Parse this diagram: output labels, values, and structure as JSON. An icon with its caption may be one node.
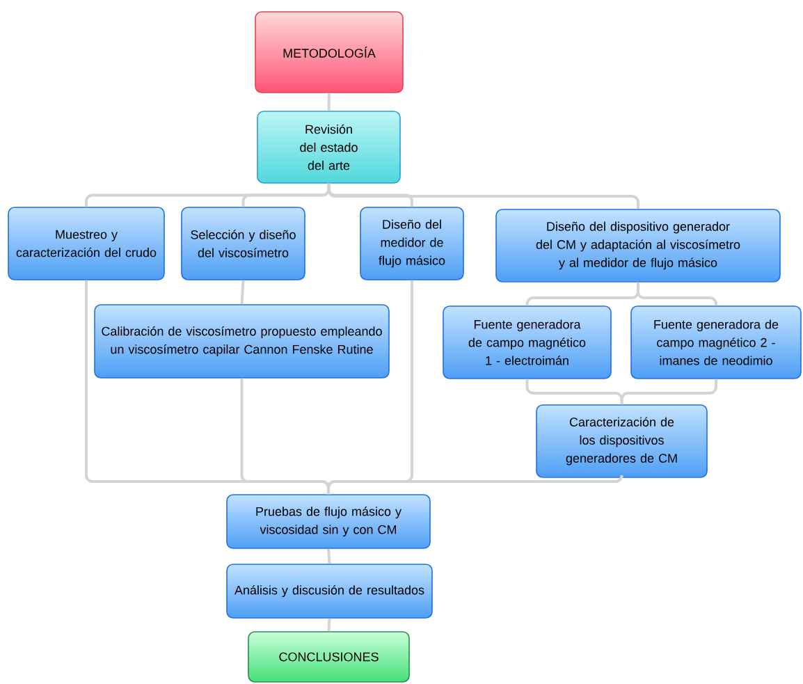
{
  "diagram": {
    "nodes": [
      {
        "text": [
          "METODOLOGÍA"
        ]
      },
      {
        "text": [
          "Revisión del estado del arte"
        ]
      },
      {
        "text": [
          "Muestreo y caracterización del crudo"
        ]
      },
      {
        "text": [
          "Selección y diseño del viscosímetro"
        ]
      },
      {
        "text": [
          "Diseño del medidor de flujo másico"
        ]
      },
      {
        "text": [
          "Diseño del dispositivo generador del CM y adaptación al viscosímetro y al medidor de flujo másico"
        ]
      },
      {
        "text": [
          "Calibración de viscosímetro propuesto empleando un viscosímetro capilar Cannon Fenske Rutine"
        ]
      },
      {
        "text": [
          "Fuente generadora de campo magnético 1 - electroimán"
        ]
      },
      {
        "text": [
          "Fuente generadora de campo magnético 2 - imanes de neodimio"
        ]
      },
      {
        "text": [
          "Caracterización de los dispositivos generadores de CM"
        ]
      },
      {
        "text": [
          "Pruebas de flujo másico y viscosidad sin y con CM"
        ]
      },
      {
        "text": [
          "Análisis y discusión de resultados"
        ]
      },
      {
        "text": [
          "CONCLUSIONES"
        ]
      }
    ],
    "edges": [
      {
        "from": 0,
        "to": 1,
        "arrow": "none"
      },
      {
        "from": 1,
        "to": 2,
        "arrow": "none"
      },
      {
        "from": 1,
        "to": 3,
        "arrow": "none"
      },
      {
        "from": 1,
        "to": 4,
        "arrow": "none"
      },
      {
        "from": 1,
        "to": 5,
        "arrow": "none"
      },
      {
        "from": 3,
        "to": 6,
        "arrow": "none"
      },
      {
        "from": 5,
        "to": 7,
        "arrow": "none"
      },
      {
        "from": 5,
        "to": 8,
        "arrow": "none"
      },
      {
        "from": 7,
        "to": 9,
        "arrow": "none"
      },
      {
        "from": 8,
        "to": 9,
        "arrow": "none"
      },
      {
        "from": 2,
        "to": 10,
        "arrow": "none"
      },
      {
        "from": 6,
        "to": 10,
        "arrow": "none"
      },
      {
        "from": 4,
        "to": 10,
        "arrow": "none"
      },
      {
        "from": 9,
        "to": 10,
        "arrow": "none"
      },
      {
        "from": 10,
        "to": 11,
        "arrow": "none"
      },
      {
        "from": 11,
        "to": 12,
        "arrow": "none"
      }
    ]
  }
}
